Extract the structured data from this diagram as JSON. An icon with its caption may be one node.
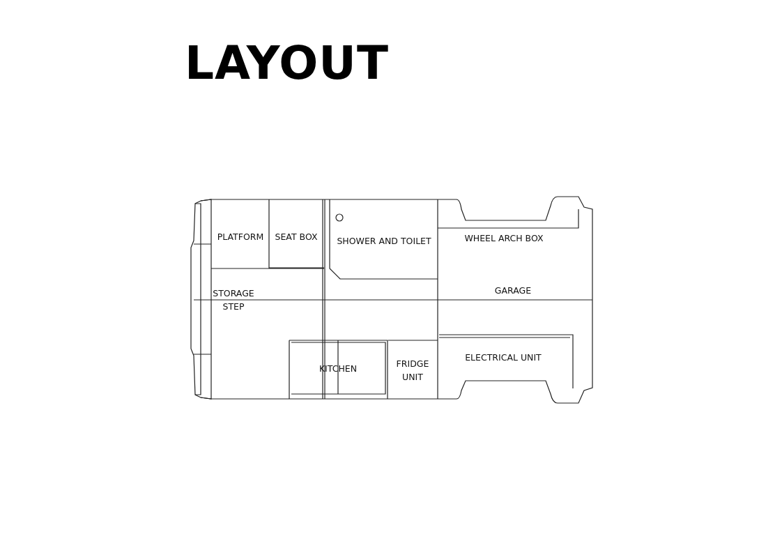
{
  "diagram": {
    "title": "LAYOUT",
    "nodes": [
      {
        "text": [
          "PLATFORM"
        ]
      },
      {
        "text": [
          "SEAT BOX"
        ]
      },
      {
        "text": [
          "SHOWER AND TOILET"
        ]
      },
      {
        "text": [
          "WHEEL ARCH BOX"
        ]
      },
      {
        "text": [
          "STORAGE STEP"
        ]
      },
      {
        "text": [
          "GARAGE"
        ]
      },
      {
        "text": [
          "KITCHEN"
        ]
      },
      {
        "text": [
          "FRIDGE UNIT"
        ]
      },
      {
        "text": [
          "ELECTRICAL UNIT"
        ]
      }
    ],
    "edges": []
  }
}
